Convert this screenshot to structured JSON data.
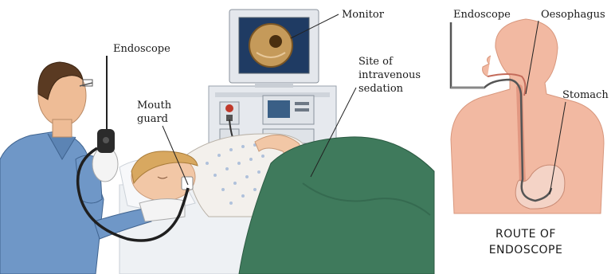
{
  "labels": {
    "endoscope_left": "Endoscope",
    "monitor": "Monitor",
    "site_line1": "Site of",
    "site_line2": "intravenous",
    "site_line3": "sedation",
    "mouth_line1": "Mouth",
    "mouth_line2": "guard",
    "endoscope_right": "Endoscope",
    "oesophagus": "Oesophagus",
    "stomach": "Stomach"
  },
  "caption": {
    "line1": "ROUTE OF",
    "line2": "ENDOSCOPE"
  }
}
